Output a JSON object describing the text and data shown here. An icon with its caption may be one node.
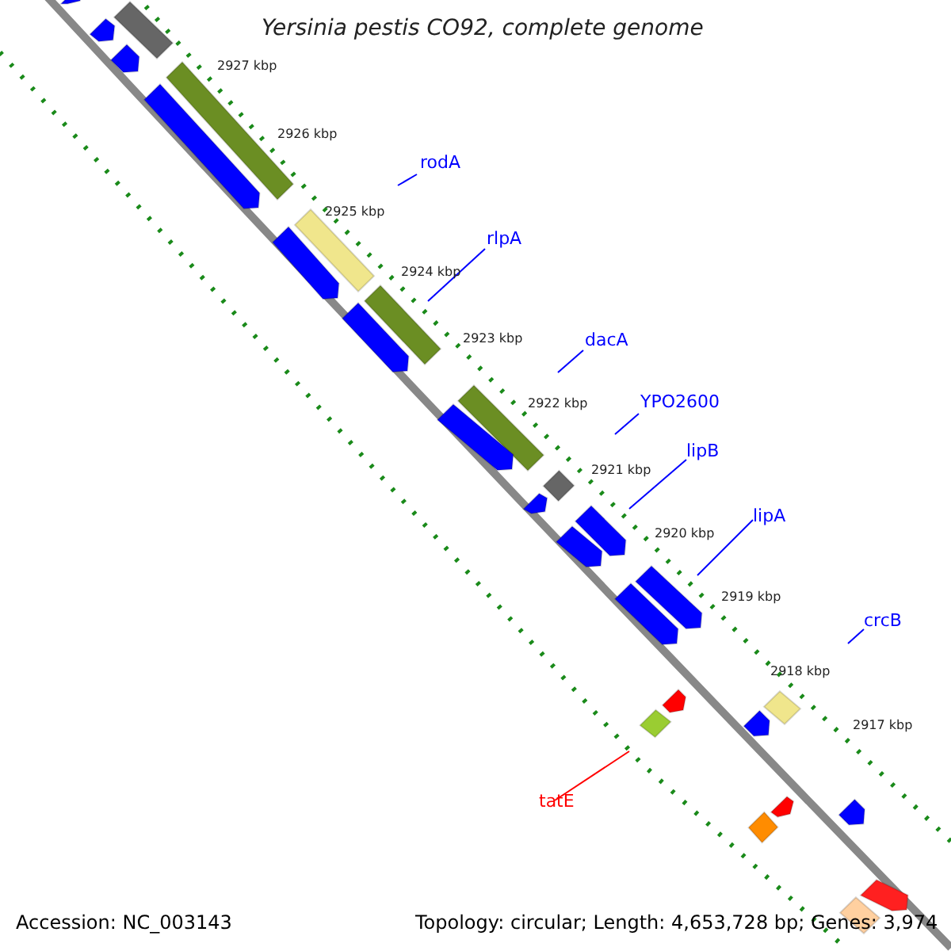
{
  "diagram": {
    "title": "Yersinia pestis CO92, complete genome",
    "nodes": [
      {
        "text": [
          "rodA"
        ]
      },
      {
        "text": [
          "rlpA"
        ]
      },
      {
        "text": [
          "dacA"
        ]
      },
      {
        "text": [
          "YPO2600"
        ]
      },
      {
        "text": [
          "lipB"
        ]
      },
      {
        "text": [
          "lipA"
        ]
      },
      {
        "text": [
          "crcB"
        ]
      },
      {
        "text": [
          "tatE"
        ]
      }
    ],
    "edges": [
      {
        "from": 0,
        "to": null,
        "arrow": "none"
      },
      {
        "from": 1,
        "to": null,
        "arrow": "none"
      },
      {
        "from": 2,
        "to": null,
        "arrow": "none"
      },
      {
        "from": 3,
        "to": null,
        "arrow": "none"
      },
      {
        "from": 4,
        "to": null,
        "arrow": "none"
      },
      {
        "from": 5,
        "to": null,
        "arrow": "none"
      },
      {
        "from": 6,
        "to": null,
        "arrow": "none"
      },
      {
        "from": 7,
        "to": null,
        "arrow": "none",
        "color": "#ff0000"
      }
    ],
    "labels": [
      "2927 kbp",
      "2926 kbp",
      "2925 kbp",
      "2924 kbp",
      "2923 kbp",
      "2922 kbp",
      "2921 kbp",
      "2920 kbp",
      "2919 kbp",
      "2918 kbp",
      "2917 kbp",
      "Accession: NC_003143",
      "Topology: circular; Length: 4,653,728 bp; Genes: 3,974"
    ]
  }
}
